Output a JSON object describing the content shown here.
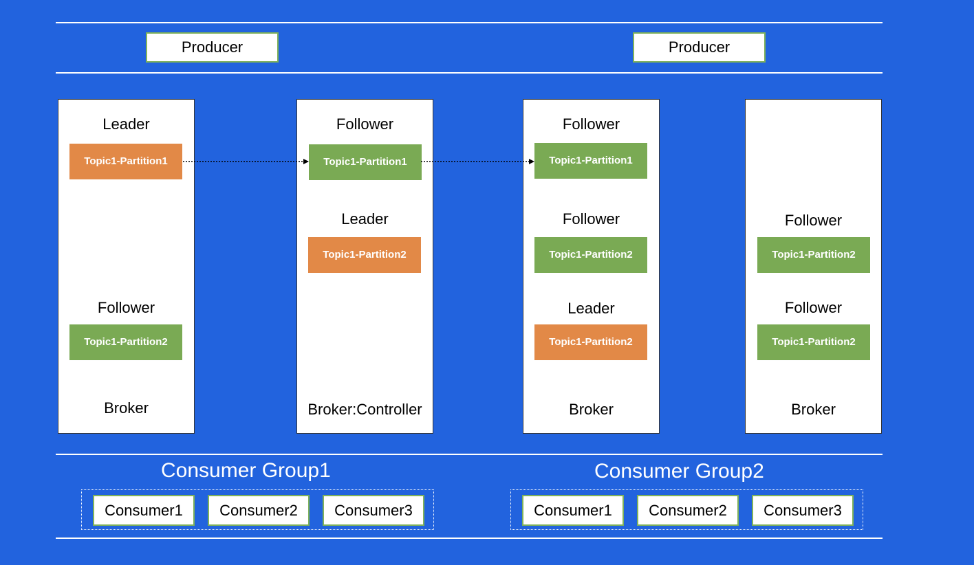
{
  "colors": {
    "background": "#2263DE",
    "leader_partition": "#E28947",
    "follower_partition": "#7AAA54",
    "box_border": "#7FB15A"
  },
  "producers": [
    "Producer",
    "Producer"
  ],
  "brokers": [
    {
      "label": "Broker",
      "replicas": [
        {
          "role": "Leader",
          "partition": "Topic1-Partition1"
        },
        {
          "role": "Follower",
          "partition": "Topic1-Partition2"
        }
      ]
    },
    {
      "label": "Broker:Controller",
      "replicas": [
        {
          "role": "Follower",
          "partition": "Topic1-Partition1"
        },
        {
          "role": "Leader",
          "partition": "Topic1-Partition2"
        }
      ]
    },
    {
      "label": "Broker",
      "replicas": [
        {
          "role": "Follower",
          "partition": "Topic1-Partition1"
        },
        {
          "role": "Follower",
          "partition": "Topic1-Partition2"
        },
        {
          "role": "Leader",
          "partition": "Topic1-Partition2"
        }
      ]
    },
    {
      "label": "Broker",
      "replicas": [
        {
          "role": "Follower",
          "partition": "Topic1-Partition2"
        },
        {
          "role": "Follower",
          "partition": "Topic1-Partition2"
        }
      ]
    }
  ],
  "consumer_groups": [
    {
      "title": "Consumer Group1",
      "consumers": [
        "Consumer1",
        "Consumer2",
        "Consumer3"
      ]
    },
    {
      "title": "Consumer Group2",
      "consumers": [
        "Consumer1",
        "Consumer2",
        "Consumer3"
      ]
    }
  ]
}
